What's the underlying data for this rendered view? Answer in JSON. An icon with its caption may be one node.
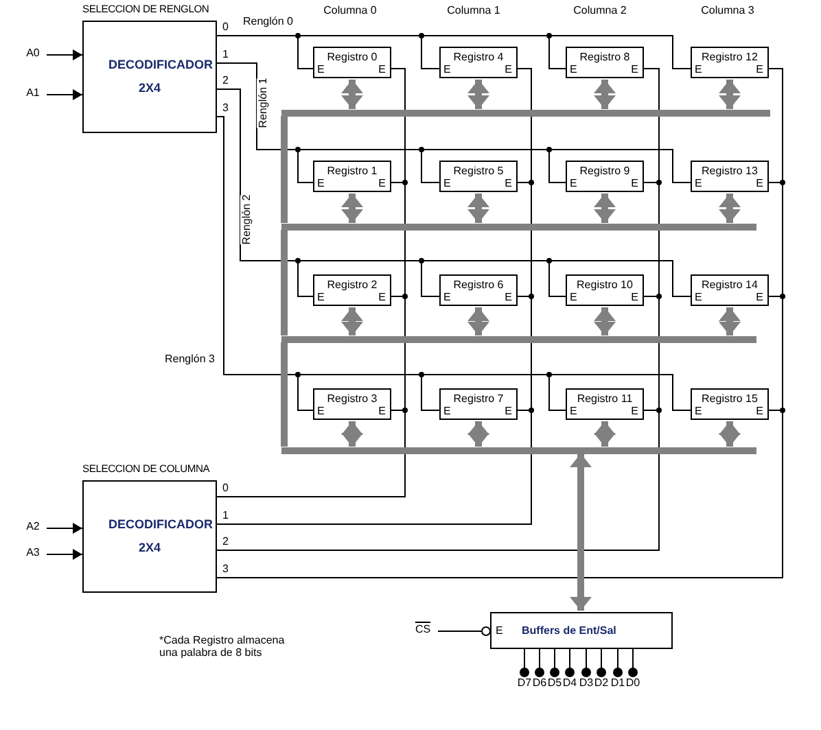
{
  "diagram": {
    "nodes": [
      {
        "text": [
          "SELECCION DE RENGLON",
          "DECODIFICADOR 2X4"
        ]
      },
      {
        "text": [
          "A0"
        ]
      },
      {
        "text": [
          "A1"
        ]
      },
      {
        "text": [
          "Registro 0",
          "E",
          "E"
        ]
      },
      {
        "text": [
          "Registro 4",
          "E",
          "E"
        ]
      },
      {
        "text": [
          "Registro 8",
          "E",
          "E"
        ]
      },
      {
        "text": [
          "Registro 12",
          "E",
          "E"
        ]
      },
      {
        "text": [
          "Registro 1",
          "E",
          "E"
        ]
      },
      {
        "text": [
          "Registro 5",
          "E",
          "E"
        ]
      },
      {
        "text": [
          "Registro 9",
          "E",
          "E"
        ]
      },
      {
        "text": [
          "Registro 13",
          "E",
          "E"
        ]
      },
      {
        "text": [
          "Registro 2",
          "E",
          "E"
        ]
      },
      {
        "text": [
          "Registro 6",
          "E",
          "E"
        ]
      },
      {
        "text": [
          "Registro 10",
          "E",
          "E"
        ]
      },
      {
        "text": [
          "Registro 14",
          "E",
          "E"
        ]
      },
      {
        "text": [
          "Registro 3",
          "E",
          "E"
        ]
      },
      {
        "text": [
          "Registro 7",
          "E",
          "E"
        ]
      },
      {
        "text": [
          "Registro 11",
          "E",
          "E"
        ]
      },
      {
        "text": [
          "Registro 15",
          "E",
          "E"
        ]
      },
      {
        "text": [],
        "shape": "bar"
      },
      {
        "text": [],
        "shape": "bar"
      },
      {
        "text": [],
        "shape": "bar"
      },
      {
        "text": [],
        "shape": "bar"
      },
      {
        "text": [
          "SELECCION DE COLUMNA",
          "DECODIFICADOR 2X4"
        ]
      },
      {
        "text": [
          "A2"
        ]
      },
      {
        "text": [
          "A3"
        ]
      },
      {
        "text": [
          "CS"
        ]
      },
      {
        "text": [
          "E",
          "Buffers de Ent/Sal"
        ]
      },
      {
        "text": [
          "D7"
        ]
      },
      {
        "text": [
          "D6"
        ]
      },
      {
        "text": [
          "D5"
        ]
      },
      {
        "text": [
          "D4"
        ]
      },
      {
        "text": [
          "D3"
        ]
      },
      {
        "text": [
          "D2"
        ]
      },
      {
        "text": [
          "D1"
        ]
      },
      {
        "text": [
          "D0"
        ]
      }
    ],
    "edges": [
      {
        "from": 1,
        "to": 0,
        "arrow": "to"
      },
      {
        "from": 2,
        "to": 0,
        "arrow": "to"
      },
      {
        "from": 0,
        "to": 3,
        "arrow": "none",
        "label": "Renglón 0"
      },
      {
        "from": 0,
        "to": 4,
        "arrow": "none"
      },
      {
        "from": 0,
        "to": 5,
        "arrow": "none"
      },
      {
        "from": 0,
        "to": 6,
        "arrow": "none"
      },
      {
        "from": 0,
        "to": 7,
        "arrow": "none",
        "label": "Renglón 1"
      },
      {
        "from": 0,
        "to": 8,
        "arrow": "none"
      },
      {
        "from": 0,
        "to": 9,
        "arrow": "none"
      },
      {
        "from": 0,
        "to": 10,
        "arrow": "none"
      },
      {
        "from": 0,
        "to": 11,
        "arrow": "none",
        "label": "Renglón 2"
      },
      {
        "from": 0,
        "to": 12,
        "arrow": "none"
      },
      {
        "from": 0,
        "to": 13,
        "arrow": "none"
      },
      {
        "from": 0,
        "to": 14,
        "arrow": "none"
      },
      {
        "from": 0,
        "to": 15,
        "arrow": "none",
        "label": "Renglón 3"
      },
      {
        "from": 0,
        "to": 16,
        "arrow": "none"
      },
      {
        "from": 0,
        "to": 17,
        "arrow": "none"
      },
      {
        "from": 0,
        "to": 18,
        "arrow": "none"
      },
      {
        "from": 3,
        "to": 23,
        "arrow": "none"
      },
      {
        "from": 4,
        "to": 23,
        "arrow": "none"
      },
      {
        "from": 5,
        "to": 23,
        "arrow": "none"
      },
      {
        "from": 6,
        "to": 23,
        "arrow": "none"
      },
      {
        "from": 7,
        "to": 23,
        "arrow": "none"
      },
      {
        "from": 8,
        "to": 23,
        "arrow": "none"
      },
      {
        "from": 9,
        "to": 23,
        "arrow": "none"
      },
      {
        "from": 10,
        "to": 23,
        "arrow": "none"
      },
      {
        "from": 11,
        "to": 23,
        "arrow": "none"
      },
      {
        "from": 12,
        "to": 23,
        "arrow": "none"
      },
      {
        "from": 13,
        "to": 23,
        "arrow": "none"
      },
      {
        "from": 14,
        "to": 23,
        "arrow": "none"
      },
      {
        "from": 15,
        "to": 23,
        "arrow": "none"
      },
      {
        "from": 16,
        "to": 23,
        "arrow": "none"
      },
      {
        "from": 17,
        "to": 23,
        "arrow": "none"
      },
      {
        "from": 18,
        "to": 23,
        "arrow": "none"
      },
      {
        "from": 3,
        "to": 19,
        "arrow": "both",
        "style": "thick",
        "color": "#808080"
      },
      {
        "from": 4,
        "to": 19,
        "arrow": "both",
        "style": "thick",
        "color": "#808080"
      },
      {
        "from": 5,
        "to": 19,
        "arrow": "both",
        "style": "thick",
        "color": "#808080"
      },
      {
        "from": 6,
        "to": 19,
        "arrow": "both",
        "style": "thick",
        "color": "#808080"
      },
      {
        "from": 7,
        "to": 20,
        "arrow": "both",
        "style": "thick",
        "color": "#808080"
      },
      {
        "from": 8,
        "to": 20,
        "arrow": "both",
        "style": "thick",
        "color": "#808080"
      },
      {
        "from": 9,
        "to": 20,
        "arrow": "both",
        "style": "thick",
        "color": "#808080"
      },
      {
        "from": 10,
        "to": 20,
        "arrow": "both",
        "style": "thick",
        "color": "#808080"
      },
      {
        "from": 11,
        "to": 21,
        "arrow": "both",
        "style": "thick",
        "color": "#808080"
      },
      {
        "from": 12,
        "to": 21,
        "arrow": "both",
        "style": "thick",
        "color": "#808080"
      },
      {
        "from": 13,
        "to": 21,
        "arrow": "both",
        "style": "thick",
        "color": "#808080"
      },
      {
        "from": 14,
        "to": 21,
        "arrow": "both",
        "style": "thick",
        "color": "#808080"
      },
      {
        "from": 15,
        "to": 22,
        "arrow": "both",
        "style": "thick",
        "color": "#808080"
      },
      {
        "from": 16,
        "to": 22,
        "arrow": "both",
        "style": "thick",
        "color": "#808080"
      },
      {
        "from": 17,
        "to": 22,
        "arrow": "both",
        "style": "thick",
        "color": "#808080"
      },
      {
        "from": 18,
        "to": 22,
        "arrow": "both",
        "style": "thick",
        "color": "#808080"
      },
      {
        "from": 19,
        "to": 20,
        "arrow": "none",
        "style": "thick",
        "color": "#808080"
      },
      {
        "from": 20,
        "to": 21,
        "arrow": "none",
        "style": "thick",
        "color": "#808080"
      },
      {
        "from": 21,
        "to": 22,
        "arrow": "none",
        "style": "thick",
        "color": "#808080"
      },
      {
        "from": 24,
        "to": 23,
        "arrow": "to"
      },
      {
        "from": 25,
        "to": 23,
        "arrow": "to"
      },
      {
        "from": 22,
        "to": 27,
        "arrow": "both",
        "style": "thick",
        "color": "#808080"
      },
      {
        "from": 26,
        "to": 27,
        "arrow": "other"
      },
      {
        "from": 27,
        "to": 28,
        "arrow": "other"
      },
      {
        "from": 27,
        "to": 29,
        "arrow": "other"
      },
      {
        "from": 27,
        "to": 30,
        "arrow": "other"
      },
      {
        "from": 27,
        "to": 31,
        "arrow": "other"
      },
      {
        "from": 27,
        "to": 32,
        "arrow": "other"
      },
      {
        "from": 27,
        "to": 33,
        "arrow": "other"
      },
      {
        "from": 27,
        "to": 34,
        "arrow": "other"
      },
      {
        "from": 27,
        "to": 35,
        "arrow": "other"
      }
    ],
    "labels": [
      "Columna 0",
      "Columna 1",
      "Columna 2",
      "Columna 3",
      "0",
      "1",
      "2",
      "3",
      "0",
      "1",
      "2",
      "3",
      "*Cada Registro almacena una palabra de 8 bits"
    ]
  }
}
